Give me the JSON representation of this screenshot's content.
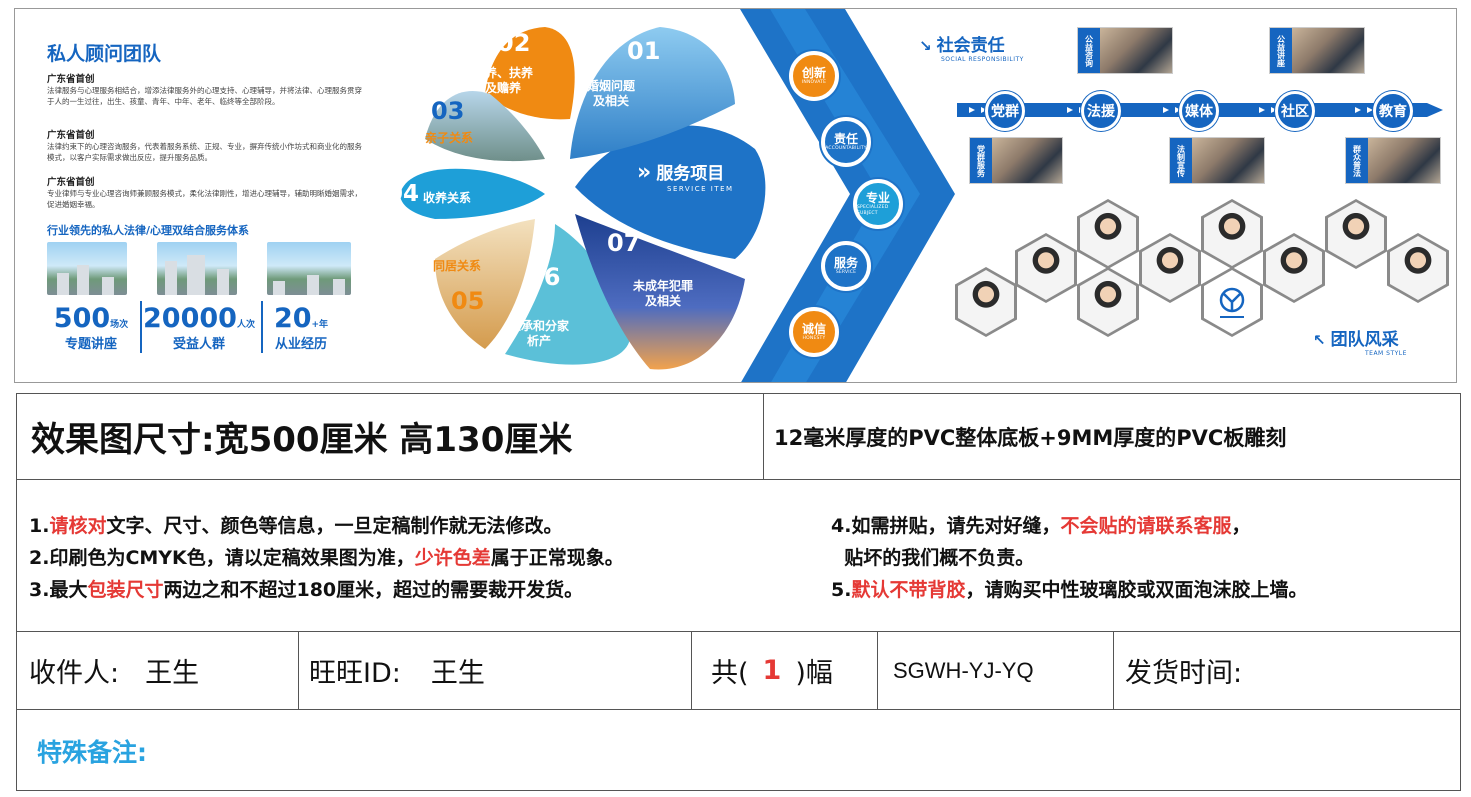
{
  "banner": {
    "left": {
      "title": "私人顾问团队",
      "paragraphs": [
        {
          "heading": "广东省首创",
          "text": "法律服务与心理服务相结合，增添法律服务外的心理支持、心理辅导，并将法律、心理服务贯穿于人的一生过往，出生、孩童、青年、中年、老年、临终等全部阶段。"
        },
        {
          "heading": "广东省首创",
          "text": "法律约束下的心理咨询服务，代表着服务系统、正规、专业，摒弃传统小作坊式和商业化的服务模式，以客户实际需求做出反应，提升服务品质。"
        },
        {
          "heading": "广东省首创",
          "text": "专业律师与专业心理咨询师兼顾服务模式，柔化法律刚性，增进心理辅导，辅助明晰婚姻需求，促进婚姻幸福。"
        }
      ],
      "system_title": "行业领先的私人法律/心理双结合服务体系",
      "stats": [
        {
          "num": "500",
          "unit": "场次",
          "label": "专题讲座"
        },
        {
          "num": "20000",
          "unit": "人次",
          "label": "受益人群"
        },
        {
          "num": "20",
          "unit": "+年",
          "label": "从业经历"
        }
      ]
    },
    "center": {
      "title": "服务项目",
      "subtitle": "SERVICE ITEM",
      "arrow": "»",
      "petals": [
        {
          "num": "01",
          "label": "婚姻问题\n及相关"
        },
        {
          "num": "02",
          "label": "抚养、扶养\n及赡养"
        },
        {
          "num": "03",
          "label": "亲子关系"
        },
        {
          "num": "04",
          "label": "收养关系"
        },
        {
          "num": "05",
          "label": "同居关系"
        },
        {
          "num": "06",
          "label": "继承和分家\n析产"
        },
        {
          "num": "07",
          "label": "未成年犯罪\n及相关"
        }
      ],
      "circles": [
        {
          "cn": "创新",
          "en": "INNOVATE",
          "color": "#f08a12"
        },
        {
          "cn": "责任",
          "en": "ACCOUNTABILITY",
          "color": "#1e73c7"
        },
        {
          "cn": "专业",
          "en": "SPECIALIZED SUBJECT",
          "color": "#1e9fd8"
        },
        {
          "cn": "服务",
          "en": "SERVICE",
          "color": "#1e73c7"
        },
        {
          "cn": "诚信",
          "en": "HONESTY",
          "color": "#f08a12"
        }
      ]
    },
    "right": {
      "social_title": "社会责任",
      "social_sub": "SOCIAL RESPONSIBILITY",
      "timeline": [
        "党群",
        "法援",
        "媒体",
        "社区",
        "教育"
      ],
      "top_pics": [
        "公益咨询",
        "公益讲座"
      ],
      "bottom_pics": [
        "党群服务",
        "法制宣传",
        "群众普法"
      ],
      "team_title": "团队风采",
      "team_sub": "TEAM STYLE"
    }
  },
  "table": {
    "size_title": "效果图尺寸:宽500厘米  高130厘米",
    "material": "12毫米厚度的PVC整体底板+9MM厚度的PVC板雕刻",
    "notes_left": [
      {
        "parts": [
          {
            "t": "1.",
            "r": false
          },
          {
            "t": "请核对",
            "r": true
          },
          {
            "t": "文字、尺寸、颜色等信息，一旦定稿制作就无法修改。",
            "r": false
          }
        ]
      },
      {
        "parts": [
          {
            "t": "2.印刷色为CMYK色，请以定稿效果图为准，",
            "r": false
          },
          {
            "t": "少许色差",
            "r": true
          },
          {
            "t": "属于正常现象。",
            "r": false
          }
        ]
      },
      {
        "parts": [
          {
            "t": "3.最大",
            "r": false
          },
          {
            "t": "包装尺寸",
            "r": true
          },
          {
            "t": "两边之和不超过180厘米，超过的需要裁开发货。",
            "r": false
          }
        ]
      }
    ],
    "notes_right": [
      {
        "parts": [
          {
            "t": "4.如需拼贴，请先对好缝，",
            "r": false
          },
          {
            "t": "不会贴的请联系客服",
            "r": true
          },
          {
            "t": "，",
            "r": false
          }
        ]
      },
      {
        "parts": [
          {
            "t": "  贴坏的我们概不负责。",
            "r": false
          }
        ]
      },
      {
        "parts": [
          {
            "t": "5.",
            "r": false
          },
          {
            "t": "默认不带背胶",
            "r": true
          },
          {
            "t": "，请购买中性玻璃胶或双面泡沫胶上墙。",
            "r": false
          }
        ]
      }
    ],
    "recipient_label": "收件人:",
    "recipient_value": "王生",
    "wangwang_label": "旺旺ID:",
    "wangwang_value": "王生",
    "count_prefix": "共(",
    "count_value": "1",
    "count_suffix": ")幅",
    "code": "SGWH-YJ-YQ",
    "ship_label": "发货时间:",
    "remark_label": "特殊备注:"
  }
}
